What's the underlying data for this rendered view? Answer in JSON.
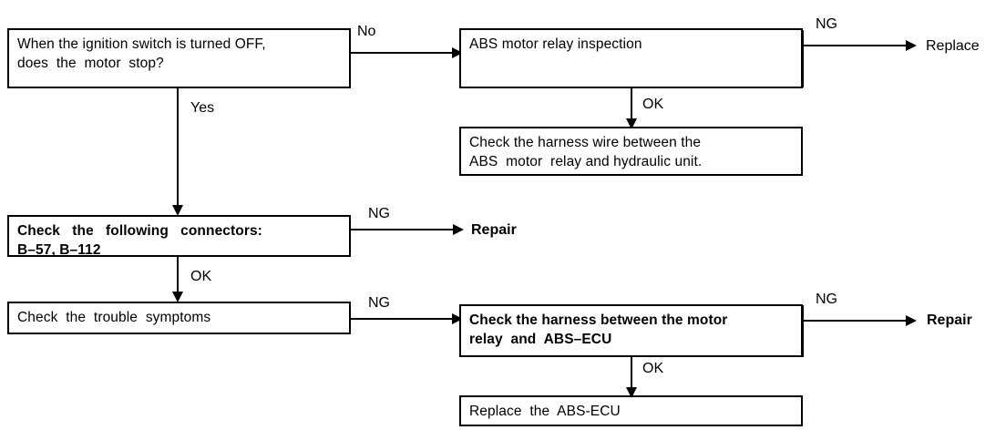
{
  "diagram": {
    "title": "ABS motor relay troubleshooting flowchart",
    "stroke_color": "#000000",
    "background_color": "#ffffff",
    "nodes": [
      {
        "id": "ignition-check",
        "lines": [
          "When the ignition switch is turned OFF,",
          "does  the  motor  stop?"
        ],
        "bold": false
      },
      {
        "id": "abs-motor-relay-inspection",
        "lines": [
          "ABS motor relay inspection"
        ],
        "bold": false
      },
      {
        "id": "check-harness-wire",
        "lines": [
          "Check the harness wire between the",
          "ABS  motor  relay and hydraulic unit."
        ],
        "bold": false
      },
      {
        "id": "check-connectors",
        "lines": [
          "Check   the   following   connectors:",
          "B–57, B–112"
        ],
        "bold": true
      },
      {
        "id": "check-trouble-symptoms",
        "lines": [
          "Check  the  trouble  symptoms"
        ],
        "bold": false
      },
      {
        "id": "check-harness-motor-relay-ecu",
        "lines": [
          "Check the harness between the motor",
          "relay  and  ABS–ECU"
        ],
        "bold": true
      },
      {
        "id": "replace-abs-ecu",
        "lines": [
          "Replace  the  ABS-ECU"
        ],
        "bold": false
      }
    ],
    "edge_labels": [
      {
        "id": "no-label-1",
        "text": "No"
      },
      {
        "id": "ng-label-top-right",
        "text": "NG"
      },
      {
        "id": "ok-label-right-top",
        "text": "OK"
      },
      {
        "id": "yes-label-1",
        "text": "Yes"
      },
      {
        "id": "ng-label-connectors",
        "text": "NG"
      },
      {
        "id": "ok-label-connectors",
        "text": "OK"
      },
      {
        "id": "ng-label-symptoms",
        "text": "NG"
      },
      {
        "id": "ng-label-bottom-right",
        "text": "NG"
      },
      {
        "id": "ok-label-right-bottom",
        "text": "OK"
      }
    ],
    "terminals": [
      {
        "id": "replace-top-right",
        "text": "Replace",
        "bold": false
      },
      {
        "id": "repair-middle",
        "text": "Repair",
        "bold": true
      },
      {
        "id": "repair-bottom-right",
        "text": "Repair",
        "bold": true
      }
    ]
  }
}
